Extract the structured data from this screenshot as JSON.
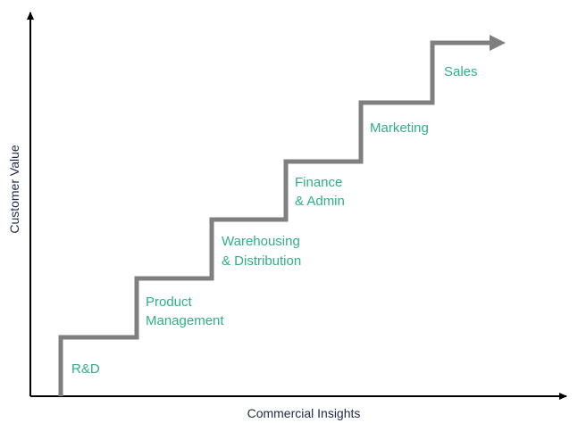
{
  "axes": {
    "x_label": "Commercial Insights",
    "y_label": "Customer Value"
  },
  "steps": [
    {
      "line1": "R&D",
      "line2": ""
    },
    {
      "line1": "Product",
      "line2": "Management"
    },
    {
      "line1": "Warehousing",
      "line2": "& Distribution"
    },
    {
      "line1": "Finance",
      "line2": "& Admin"
    },
    {
      "line1": "Marketing",
      "line2": ""
    },
    {
      "line1": "Sales",
      "line2": ""
    }
  ],
  "colors": {
    "axis": "#000000",
    "staircase": "#7f7f7f",
    "label": "#2faf86",
    "axis_text": "#1f2a44"
  }
}
